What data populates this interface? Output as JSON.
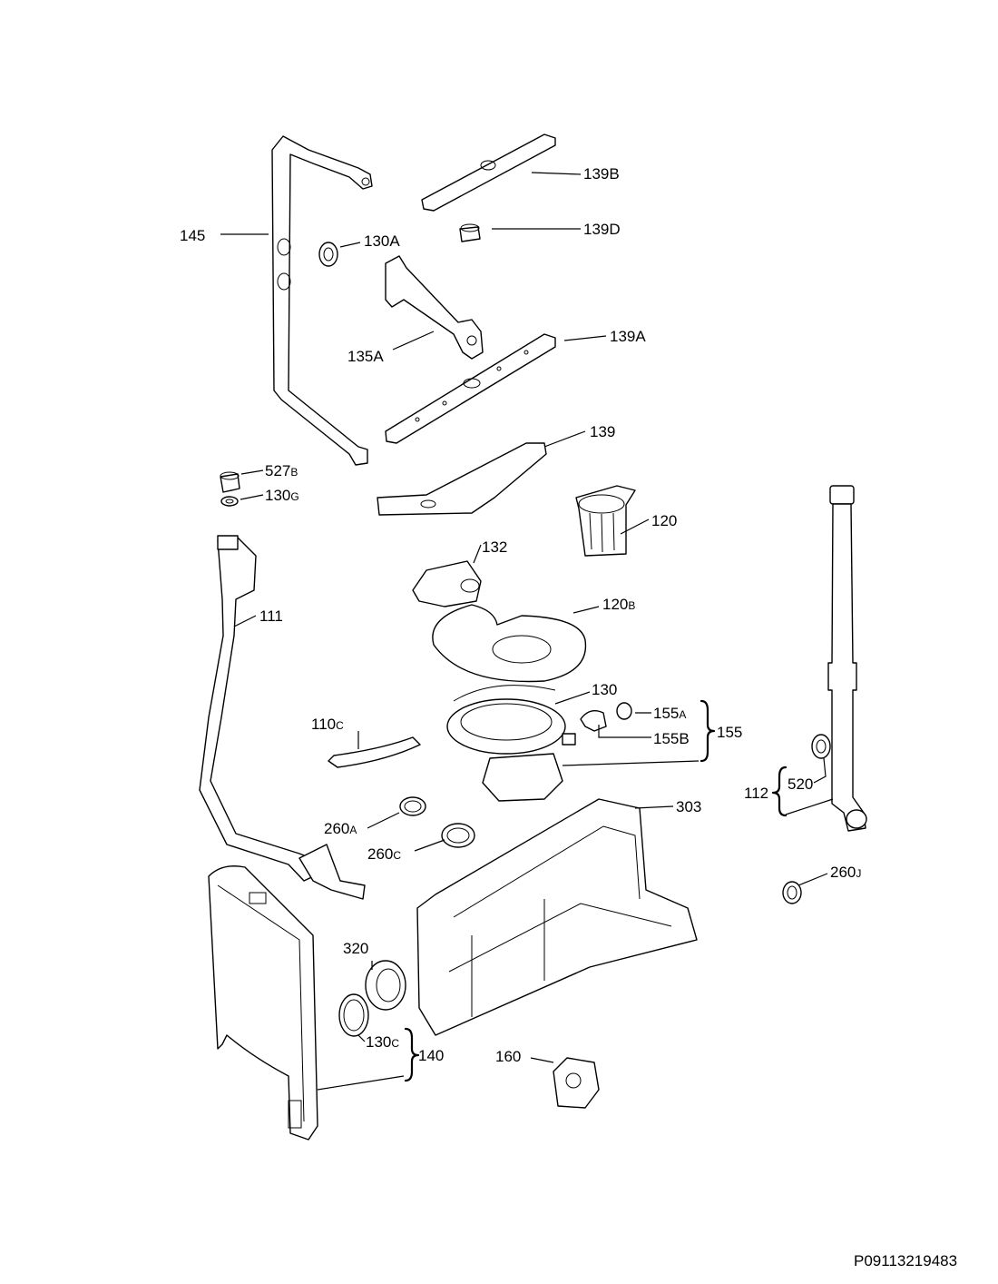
{
  "labels": {
    "p145": "145",
    "p130A": "130A",
    "p139B": "139B",
    "p139D": "139D",
    "p135A": "135A",
    "p139A": "139A",
    "p139": "139",
    "p527B_num": "527",
    "p527B_sub": "B",
    "p130G_num": "130",
    "p130G_sub": "G",
    "p120": "120",
    "p132": "132",
    "p111": "111",
    "p120B_num": "120",
    "p120B_sub": "B",
    "p130": "130",
    "p110C_num": "110",
    "p110C_sub": "C",
    "p155A_num": "155",
    "p155A_sub": "A",
    "p155B": "155B",
    "p155": "155",
    "p112": "112",
    "p520": "520",
    "p303": "303",
    "p260A_num": "260",
    "p260A_sub": "A",
    "p260C_num": "260",
    "p260C_sub": "C",
    "p260J_num": "260",
    "p260J_sub": "J",
    "p320": "320",
    "p130C_num": "130",
    "p130C_sub": "C",
    "p140": "140",
    "p160": "160"
  },
  "document_id": "P09113219483"
}
